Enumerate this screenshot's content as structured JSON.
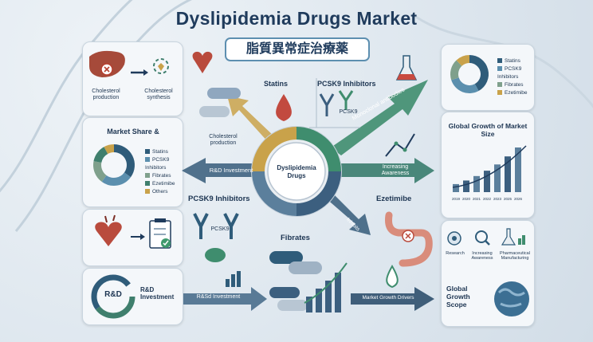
{
  "title": "Dyslipidemia Drugs Market",
  "subtitle_jp": "脂質異常症治療薬",
  "left_top": {
    "label_a": "Cholesterol production",
    "label_b": "Cholesterol synthesis"
  },
  "left_chart": {
    "heading": "Market Share &"
  },
  "legend_items": [
    {
      "label": "Statins",
      "color": "#2f5c7a"
    },
    {
      "label": "PCSK9 Inhibitors",
      "color": "#5b8fae"
    },
    {
      "label": "Fibrates",
      "color": "#7fa08c"
    },
    {
      "label": "Ezetimibe",
      "color": "#3f7f6d"
    },
    {
      "label": "Others",
      "color": "#c9a24a"
    }
  ],
  "right_legend_items": [
    {
      "label": "Statins",
      "color": "#2f5c7a"
    },
    {
      "label": "PCSK9 Inhibitors",
      "color": "#5b8fae"
    },
    {
      "label": "Fibrates",
      "color": "#7fa08c"
    },
    {
      "label": "Ezetimibe",
      "color": "#c9a24a"
    }
  ],
  "left_bottom": {
    "rd": "R&D",
    "rd_label": "R&D Investment"
  },
  "center": {
    "hub": "Dyslipidemia Drugs",
    "statins": "Statins",
    "pcsk9_top": "PCSK9 Inhibitors",
    "pcsk9_tag": "PCSK9",
    "cholesterol_production": "Cholesterol production",
    "rd_investment": "R&D Investment",
    "monoclonal": "Monoclonal antibodies",
    "increasing_awareness": "Increasing Awareness",
    "pcsk9_left": "PCSK9 Inhibitors",
    "pcsk9_tag2": "PCSK9",
    "ezetimibe": "Ezetimibe",
    "inhibits": "Inhibits",
    "fibrates": "Fibrates",
    "rd_investment2": "R&Sd Investment",
    "growth_drivers": "Market Growth Drivers"
  },
  "right_growth": {
    "heading": "Global Growth of Market Size",
    "years": [
      "2019",
      "2020",
      "2021",
      "2022",
      "2023",
      "2025",
      "2026"
    ]
  },
  "right_bottom": {
    "research": "Research",
    "awareness": "Increasing Awareness",
    "pharma": "Pharmaceutical Manufacturing",
    "scope": "Global Growth Scope"
  }
}
